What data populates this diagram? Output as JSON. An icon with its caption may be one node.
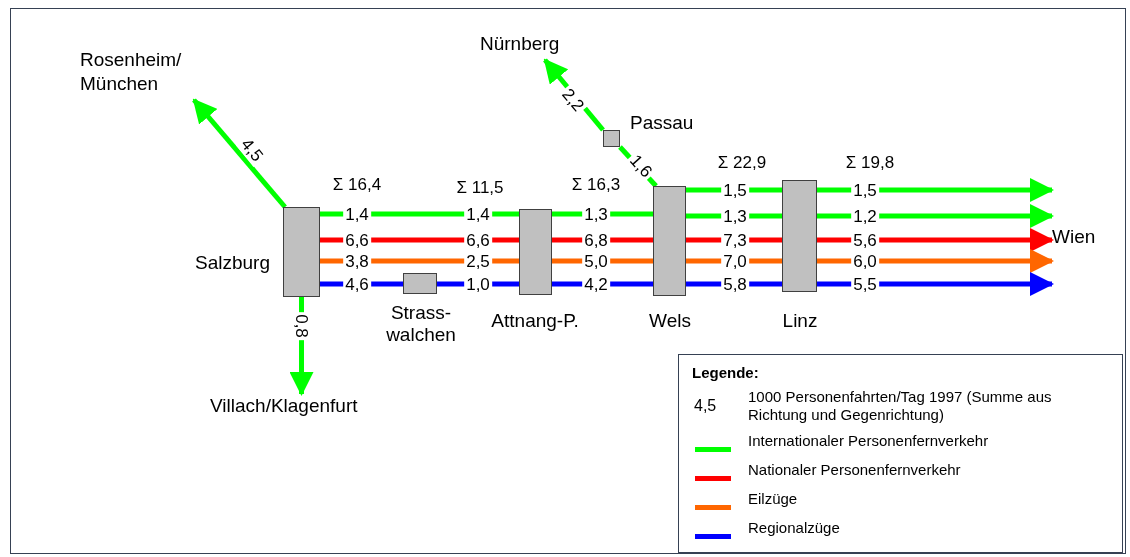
{
  "diagram": {
    "nodes": [
      {
        "text": [
          "Rosenheim/ München"
        ]
      },
      {
        "text": [
          "Nürnberg"
        ]
      },
      {
        "text": [],
        "shape": "box",
        "beside": [
          "Passau"
        ]
      },
      {
        "text": [],
        "shape": "box",
        "beside": [
          "Salzburg"
        ]
      },
      {
        "text": [],
        "shape": "box",
        "beside": [
          "Strass-walchen"
        ]
      },
      {
        "text": [],
        "shape": "box",
        "beside": [
          "Attnang-P."
        ]
      },
      {
        "text": [],
        "shape": "box",
        "beside": [
          "Wels"
        ]
      },
      {
        "text": [],
        "shape": "box",
        "beside": [
          "Linz"
        ]
      },
      {
        "text": [
          "Wien"
        ]
      },
      {
        "text": [
          "Villach/Klagenfurt"
        ]
      }
    ],
    "edges": [
      {
        "from": 3,
        "to": 0,
        "arrow": "to",
        "label": "4,5"
      },
      {
        "from": 3,
        "to": 9,
        "arrow": "to",
        "label": "0,8"
      },
      {
        "from": 6,
        "to": 2,
        "arrow": "none",
        "label": "1,6"
      },
      {
        "from": 2,
        "to": 1,
        "arrow": "to",
        "label": "2,2"
      },
      {
        "from": 3,
        "to": 5,
        "arrow": "none",
        "label": "1,4"
      },
      {
        "from": 3,
        "to": 5,
        "arrow": "none",
        "label": "6,6",
        "color": "#ff0000"
      },
      {
        "from": 3,
        "to": 5,
        "arrow": "none",
        "label": "3,8",
        "color": "#ff6600"
      },
      {
        "from": 3,
        "to": 4,
        "arrow": "none",
        "label": "4,6",
        "color": "#0000ff"
      },
      {
        "from": 4,
        "to": 5,
        "arrow": "none",
        "label": "1,0",
        "color": "#0000ff"
      },
      {
        "from": 5,
        "to": 6,
        "arrow": "none",
        "label": "1,3"
      },
      {
        "from": 5,
        "to": 6,
        "arrow": "none",
        "label": "6,8",
        "color": "#ff0000"
      },
      {
        "from": 5,
        "to": 6,
        "arrow": "none",
        "label": "5,0",
        "color": "#ff6600"
      },
      {
        "from": 5,
        "to": 6,
        "arrow": "none",
        "label": "4,2",
        "color": "#0000ff"
      },
      {
        "from": 6,
        "to": 7,
        "arrow": "none",
        "label": "1,5"
      },
      {
        "from": 6,
        "to": 7,
        "arrow": "none",
        "label": "1,3"
      },
      {
        "from": 6,
        "to": 7,
        "arrow": "none",
        "label": "7,3",
        "color": "#ff0000"
      },
      {
        "from": 6,
        "to": 7,
        "arrow": "none",
        "label": "7,0",
        "color": "#ff6600"
      },
      {
        "from": 6,
        "to": 7,
        "arrow": "none",
        "label": "5,8",
        "color": "#0000ff"
      },
      {
        "from": 7,
        "to": 8,
        "arrow": "to",
        "label": "1,5"
      },
      {
        "from": 7,
        "to": 8,
        "arrow": "to",
        "label": "1,2"
      },
      {
        "from": 7,
        "to": 8,
        "arrow": "to",
        "label": "5,6",
        "color": "#ff0000"
      },
      {
        "from": 7,
        "to": 8,
        "arrow": "to",
        "label": "6,0",
        "color": "#ff6600"
      },
      {
        "from": 7,
        "to": 8,
        "arrow": "to",
        "label": "5,5",
        "color": "#0000ff"
      }
    ],
    "labels": [
      "Σ 16,4",
      "Σ 11,5",
      "Σ 16,3",
      "Σ 22,9",
      "Σ 19,8",
      "1,4",
      "6,6",
      "2,5",
      "Legende:",
      "4,5",
      "1000 Personenfahrten/Tag 1997 (Summe aus Richtung und Gegenrichtung)"
    ],
    "legend": [
      {
        "text": "Internationaler Personenfernverkehr",
        "color": "#00ff00"
      },
      {
        "text": "Nationaler Personenfernverkehr",
        "color": "#ff0000"
      },
      {
        "text": "Eilzüge",
        "color": "#ff6600"
      },
      {
        "text": "Regionalzüge",
        "color": "#0000ff"
      }
    ]
  }
}
